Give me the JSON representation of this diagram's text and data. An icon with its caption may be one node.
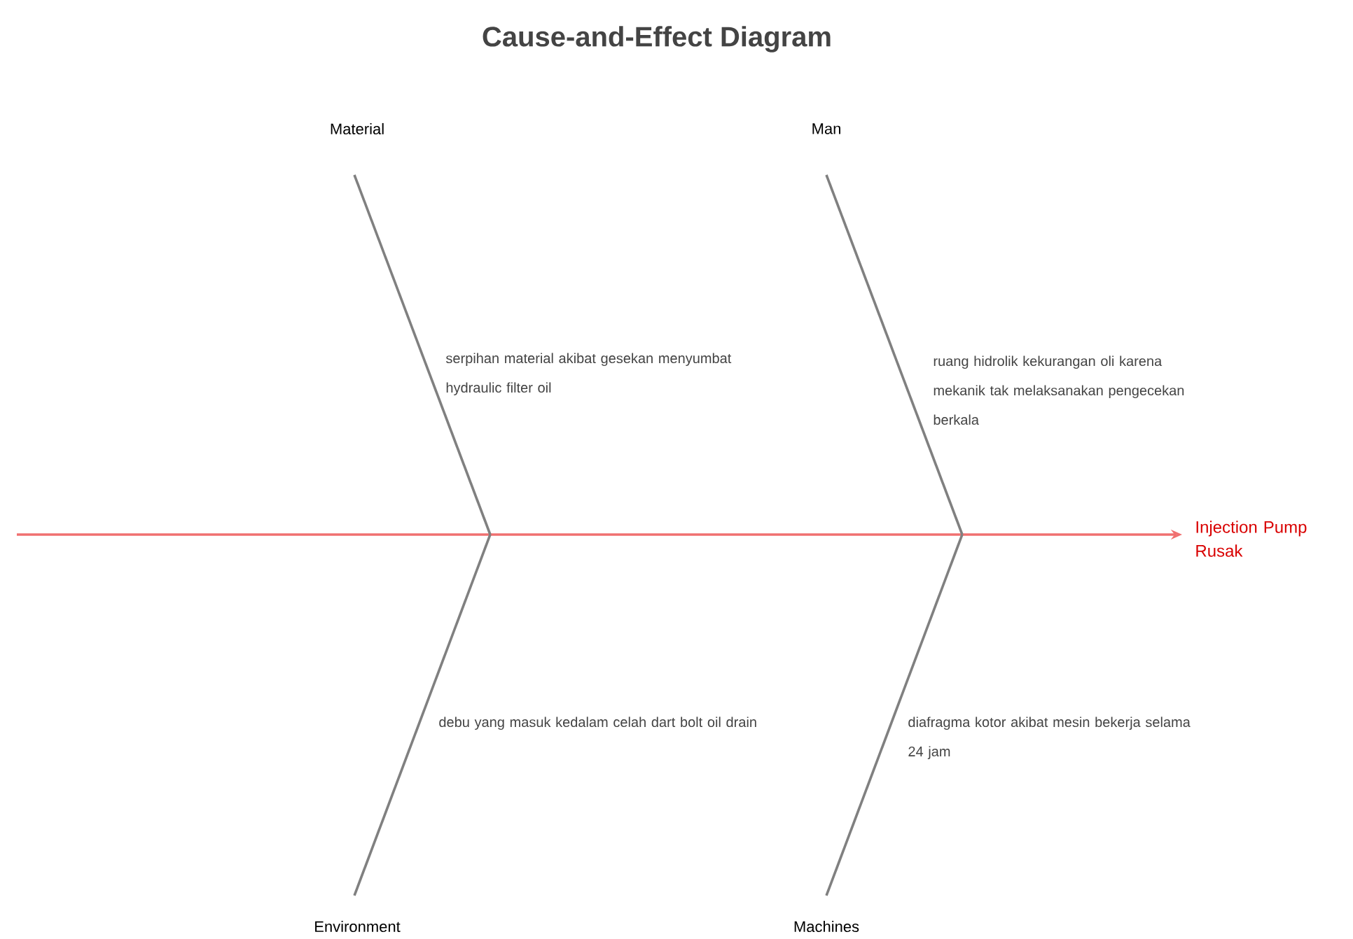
{
  "diagram": {
    "title": "Cause-and-Effect Diagram",
    "nodes": [
      {
        "text": [
          "Injection Pump Rusak"
        ]
      },
      {
        "text": [
          "Material"
        ]
      },
      {
        "text": [
          "Man"
        ]
      },
      {
        "text": [
          "Environment"
        ]
      },
      {
        "text": [
          "Machines"
        ]
      }
    ],
    "edges": [
      {
        "from": null,
        "to": 0,
        "arrow": "to",
        "color": "#f07070"
      },
      {
        "from": 1,
        "to": null,
        "arrow": "none"
      },
      {
        "from": 2,
        "to": null,
        "arrow": "none"
      },
      {
        "from": 3,
        "to": null,
        "arrow": "none"
      },
      {
        "from": 4,
        "to": null,
        "arrow": "none"
      }
    ],
    "labels": [
      "serpihan material akibat gesekan menyumbat hydraulic filter oil",
      "ruang hidrolik kekurangan oli karena mekanik tak melaksanakan pengecekan berkala",
      "debu yang masuk kedalam celah dart bolt oil drain",
      "diafragma kotor akibat mesin bekerja selama 24 jam"
    ]
  }
}
